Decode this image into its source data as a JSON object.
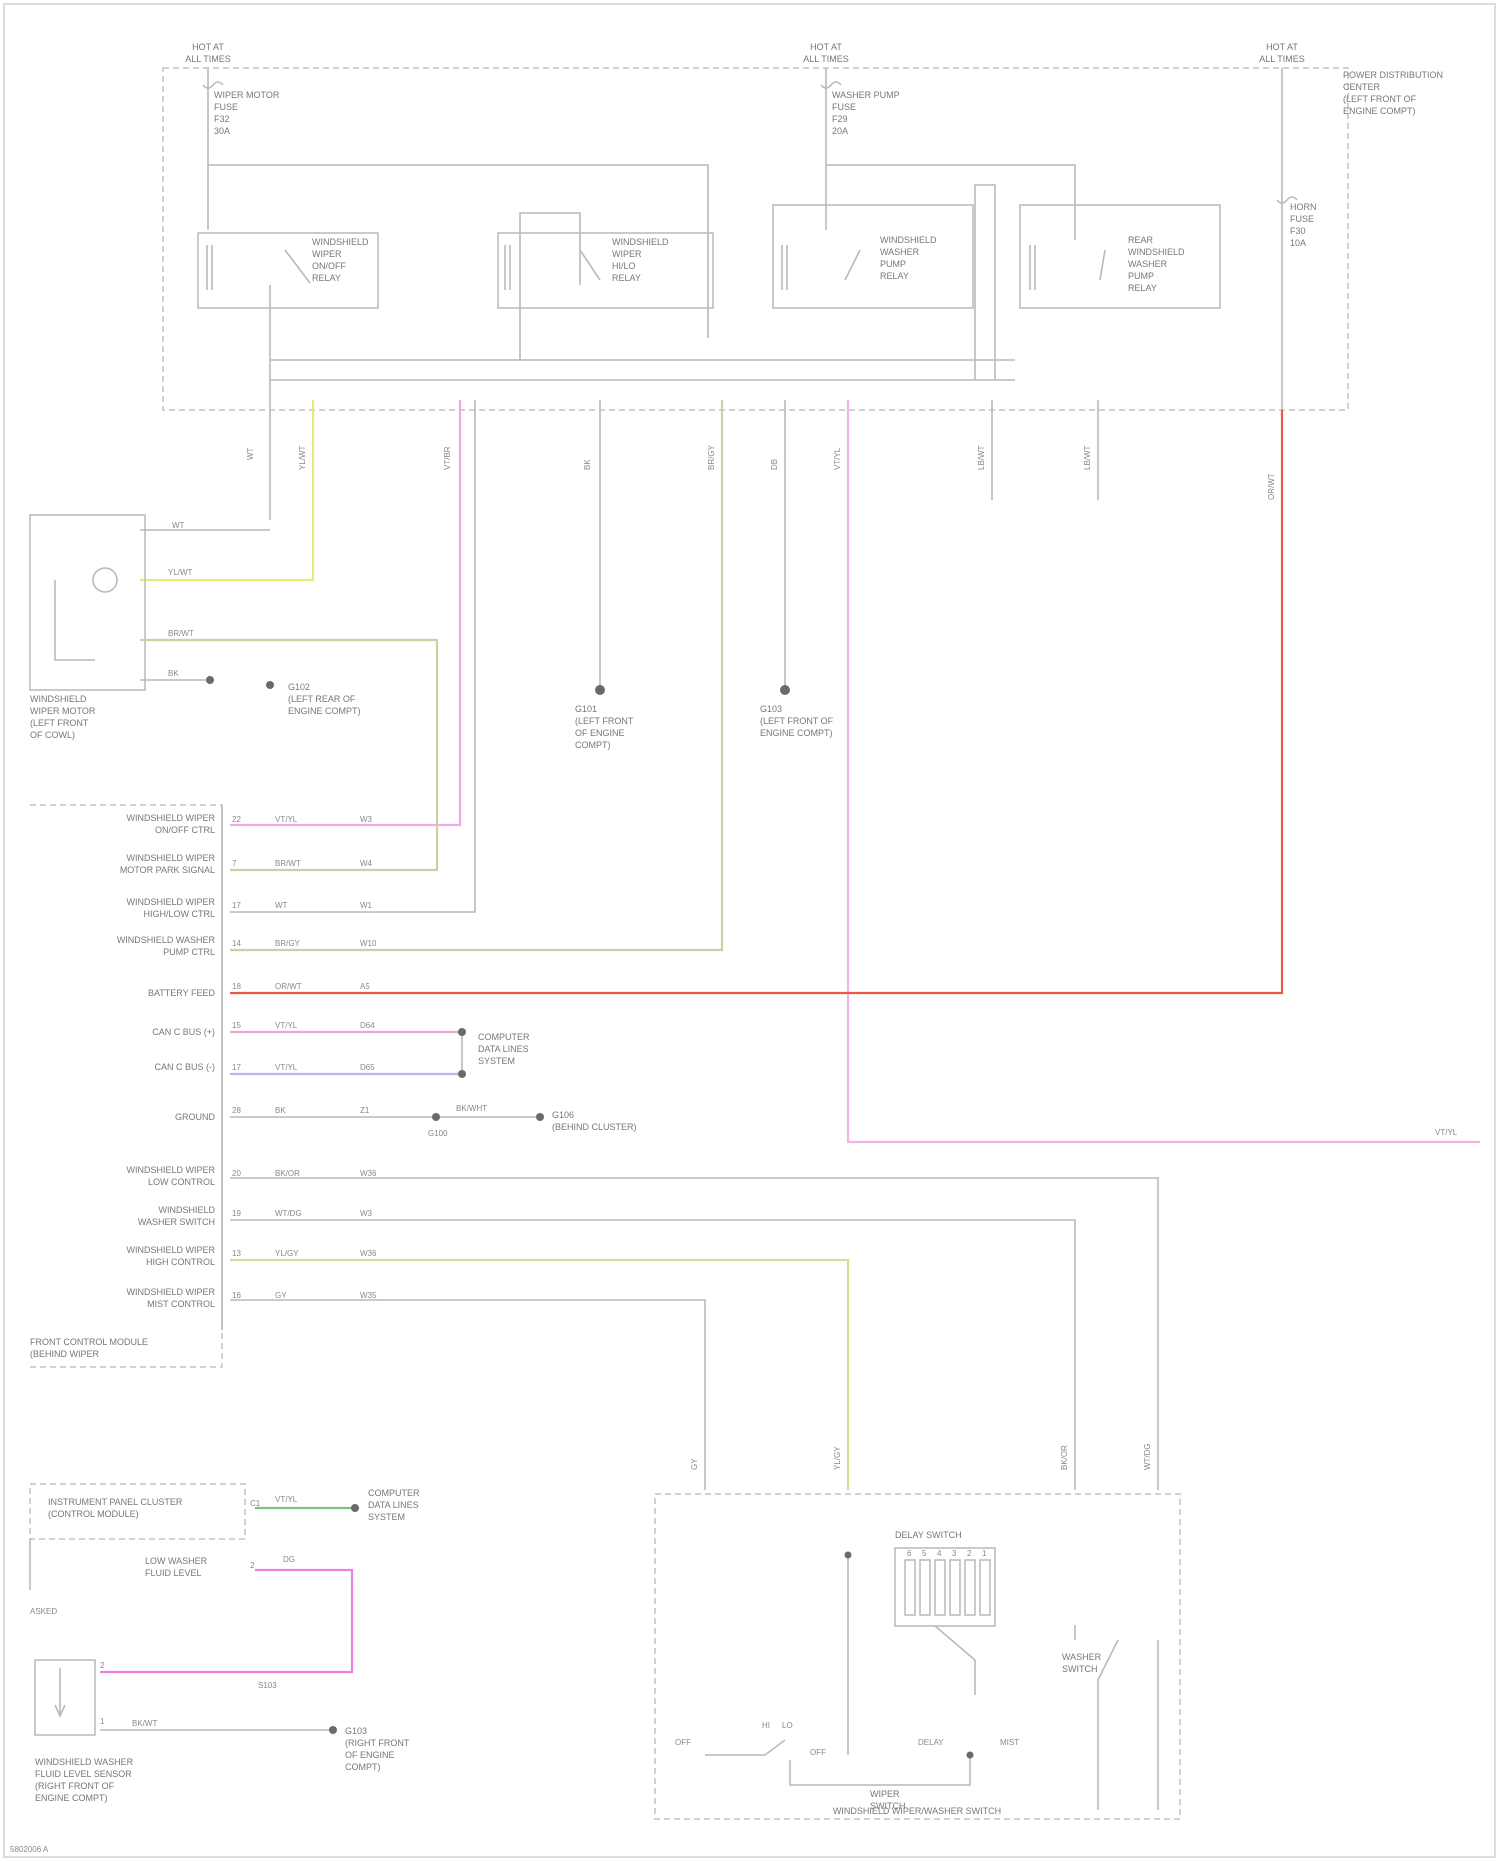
{
  "diagram": {
    "fuse_headers": [
      {
        "top": "HOT AT",
        "bottom": "ALL TIMES"
      },
      {
        "top": "HOT AT",
        "bottom": "ALL TIMES"
      },
      {
        "top": "HOT AT",
        "bottom": "ALL TIMES"
      }
    ],
    "fuse_labels": [
      [
        "WIPER MOTOR",
        "FUSE",
        "F32",
        "30A"
      ],
      [
        "WASHER PUMP",
        "FUSE",
        "F29",
        "20A"
      ],
      [
        "HORN",
        "FUSE",
        "F30",
        "10A"
      ]
    ],
    "pdc_label": [
      "POWER DISTRIBUTION",
      "CENTER",
      "(LEFT FRONT OF",
      "ENGINE COMPT)"
    ],
    "relays": [
      [
        "WINDSHIELD",
        "WIPER",
        "ON/OFF",
        "RELAY"
      ],
      [
        "WINDSHIELD",
        "WIPER",
        "HI/LO",
        "RELAY"
      ],
      [
        "WINDSHIELD",
        "WASHER",
        "PUMP",
        "RELAY"
      ],
      [
        "REAR",
        "WINDSHIELD",
        "WASHER",
        "PUMP",
        "RELAY"
      ]
    ],
    "pdc_wires": [
      "WT",
      "YL/WT",
      "VT/BR",
      "BK",
      "BR/GY",
      "DB",
      "VT/YL",
      "LB/WT",
      "LB/WT",
      "OR/WT"
    ],
    "wiper_motor": {
      "name": [
        "WINDSHIELD",
        "WIPER MOTOR",
        "(LEFT FRONT",
        "OF COWL)"
      ],
      "pins": [
        "WT",
        "YL/WT",
        "BR/WT",
        "BK"
      ]
    },
    "grounds": [
      [
        "G102",
        "(LEFT REAR OF",
        "ENGINE COMPT)"
      ],
      [
        "G101",
        "(LEFT FRONT",
        "OF ENGINE",
        "COMPT)"
      ],
      [
        "G103",
        "(LEFT FRONT OF",
        "ENGINE COMPT)"
      ]
    ],
    "module_inputs": [
      {
        "label": [
          "WINDSHIELD WIPER",
          "ON/OFF CTRL"
        ],
        "pin": "22",
        "wire": "VT/YL",
        "circuit": "W3"
      },
      {
        "label": [
          "WINDSHIELD WIPER",
          "MOTOR PARK SIGNAL"
        ],
        "pin": "7",
        "wire": "BR/WT",
        "circuit": "W4"
      },
      {
        "label": [
          "WINDSHIELD WIPER",
          "HIGH/LOW CTRL"
        ],
        "pin": "17",
        "wire": "WT",
        "circuit": "W1"
      },
      {
        "label": [
          "WINDSHIELD WASHER",
          "PUMP CTRL"
        ],
        "pin": "14",
        "wire": "BR/GY",
        "circuit": "W10"
      },
      {
        "label": [
          "BATTERY FEED"
        ],
        "pin": "18",
        "wire": "OR/WT",
        "circuit": "A5"
      },
      {
        "label": [
          "CAN C BUS (+)"
        ],
        "pin": "15",
        "wire": "VT/YL",
        "circuit": "D64"
      },
      {
        "label": [
          "CAN C BUS (-)"
        ],
        "pin": "17",
        "wire": "VT/YL",
        "circuit": "D65"
      },
      {
        "label": [
          "GROUND"
        ],
        "pin": "28",
        "wire": "BK",
        "circuit": "Z1"
      },
      {
        "label": [
          "WINDSHIELD WIPER",
          "LOW CONTROL"
        ],
        "pin": "20",
        "wire": "BK/OR",
        "circuit": "W36"
      },
      {
        "label": [
          "WINDSHIELD",
          "WASHER SWITCH"
        ],
        "pin": "19",
        "wire": "WT/DG",
        "circuit": "W3"
      },
      {
        "label": [
          "WINDSHIELD WIPER",
          "HIGH CONTROL"
        ],
        "pin": "13",
        "wire": "YL/GY",
        "circuit": "W36"
      },
      {
        "label": [
          "WINDSHIELD WIPER",
          "MIST CONTROL"
        ],
        "pin": "16",
        "wire": "GY",
        "circuit": "W35"
      }
    ],
    "module_name": [
      "FRONT CONTROL MODULE",
      "(BEHIND WIPER"
    ],
    "can_bus_dest": [
      "COMPUTER",
      "DATA LINES",
      "SYSTEM"
    ],
    "ground_splice": {
      "splice": "G100",
      "wire": "BK/WHT",
      "dest": [
        "G106",
        "(BEHIND CLUSTER)"
      ]
    },
    "side_tag": "VT/YL",
    "cluster": {
      "label": [
        "INSTRUMENT PANEL CLUSTER",
        "(CONTROL MODULE)"
      ],
      "pin": "C1",
      "wire": "VT/YL",
      "dest": [
        "COMPUTER",
        "DATA LINES",
        "SYSTEM"
      ]
    },
    "washer_level": {
      "label": [
        "LOW WASHER",
        "FLUID LEVEL"
      ],
      "pin": "2",
      "wire": "DG"
    },
    "washer_sensor": {
      "name": [
        "WINDSHIELD WASHER",
        "FLUID LEVEL SENSOR",
        "(RIGHT FRONT OF",
        "ENGINE COMPT)"
      ],
      "pins": [
        "2",
        "1"
      ],
      "ground": {
        "wire": "BK/WT",
        "dest": [
          "G103",
          "(RIGHT FRONT",
          "OF ENGINE",
          "COMPT)"
        ]
      },
      "mid_tag": "S103"
    },
    "cluster_tag": "ASKED",
    "switch_wires": [
      "GY",
      "YL/GY",
      "BK/OR",
      "WT/DG"
    ],
    "switch_block": {
      "name": "WINDSHIELD WIPER/WASHER SWITCH",
      "delay": "DELAY SWITCH",
      "washer": [
        "WASHER",
        "SWITCH"
      ],
      "wiper": [
        "WIPER",
        "SWITCH"
      ],
      "mist": "OFF",
      "positions": [
        "HI",
        "LO",
        "OFF",
        "DELAY",
        "MIST"
      ],
      "resistors": [
        "6",
        "5",
        "4",
        "3",
        "2",
        "1"
      ]
    },
    "footer": "5802006 A"
  }
}
